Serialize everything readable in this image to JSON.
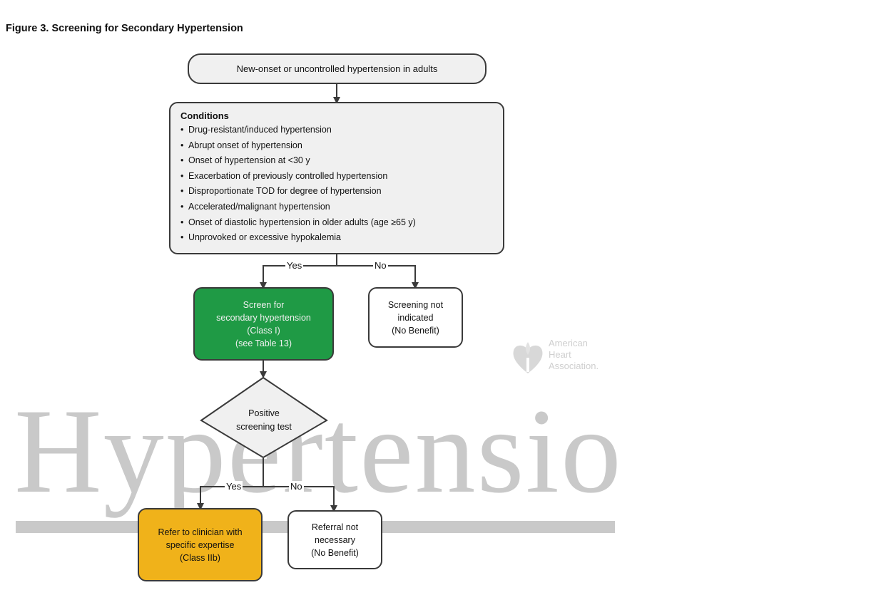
{
  "figure": {
    "title": "Figure 3. Screening for Secondary Hypertension"
  },
  "watermark": {
    "word": "Hypertension",
    "logo_lines": [
      "American",
      "Heart",
      "Association."
    ]
  },
  "nodes": {
    "start": "New-onset or uncontrolled hypertension in adults",
    "conditions": {
      "title": "Conditions",
      "items": [
        "Drug-resistant/induced hypertension",
        "Abrupt onset of hypertension",
        "Onset of hypertension at <30 y",
        "Exacerbation of previously controlled hypertension",
        "Disproportionate TOD for degree of hypertension",
        "Accelerated/malignant hypertension",
        "Onset of diastolic hypertension in older adults (age ≥65 y)",
        "Unprovoked or excessive hypokalemia"
      ]
    },
    "screen": [
      "Screen for",
      "secondary hypertension",
      "(Class I)",
      "(see Table 13)"
    ],
    "not_indicated": [
      "Screening not",
      "indicated",
      "(No Benefit)"
    ],
    "decision": [
      "Positive",
      "screening test"
    ],
    "refer": [
      "Refer to clinician with",
      "specific expertise",
      "(Class IIb)"
    ],
    "referral_not": [
      "Referral not",
      "necessary",
      "(No Benefit)"
    ]
  },
  "edges": {
    "yes1": "Yes",
    "no1": "No",
    "yes2": "Yes",
    "no2": "No"
  },
  "colors": {
    "screen_fill": "#1f9a45",
    "refer_fill": "#f0b21a",
    "box_fill": "#f0f0f0",
    "watermark": "#c9c9c9"
  }
}
